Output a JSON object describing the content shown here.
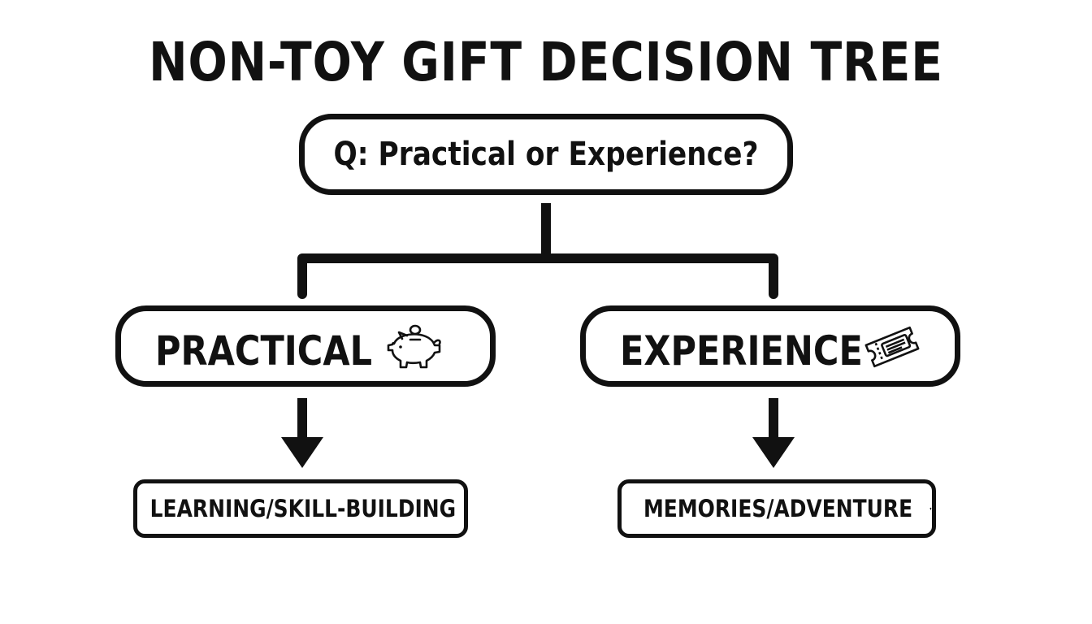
{
  "title": "NON-TOY GIFT DECISION TREE",
  "question": "Q: Practical or Experience?",
  "branches": [
    {
      "label": "PRACTICAL",
      "icon": "piggy-bank-icon"
    },
    {
      "label": "EXPERIENCE",
      "icon": "ticket-icon"
    }
  ],
  "results": [
    {
      "label": "LEARNING/SKILL-BUILDING",
      "icon": "up-arrow-icon"
    },
    {
      "label": "MEMORIES/ADVENTURE",
      "icon": "up-arrow-icon"
    }
  ],
  "colors": {
    "ink": "#111111",
    "background": "#ffffff"
  }
}
